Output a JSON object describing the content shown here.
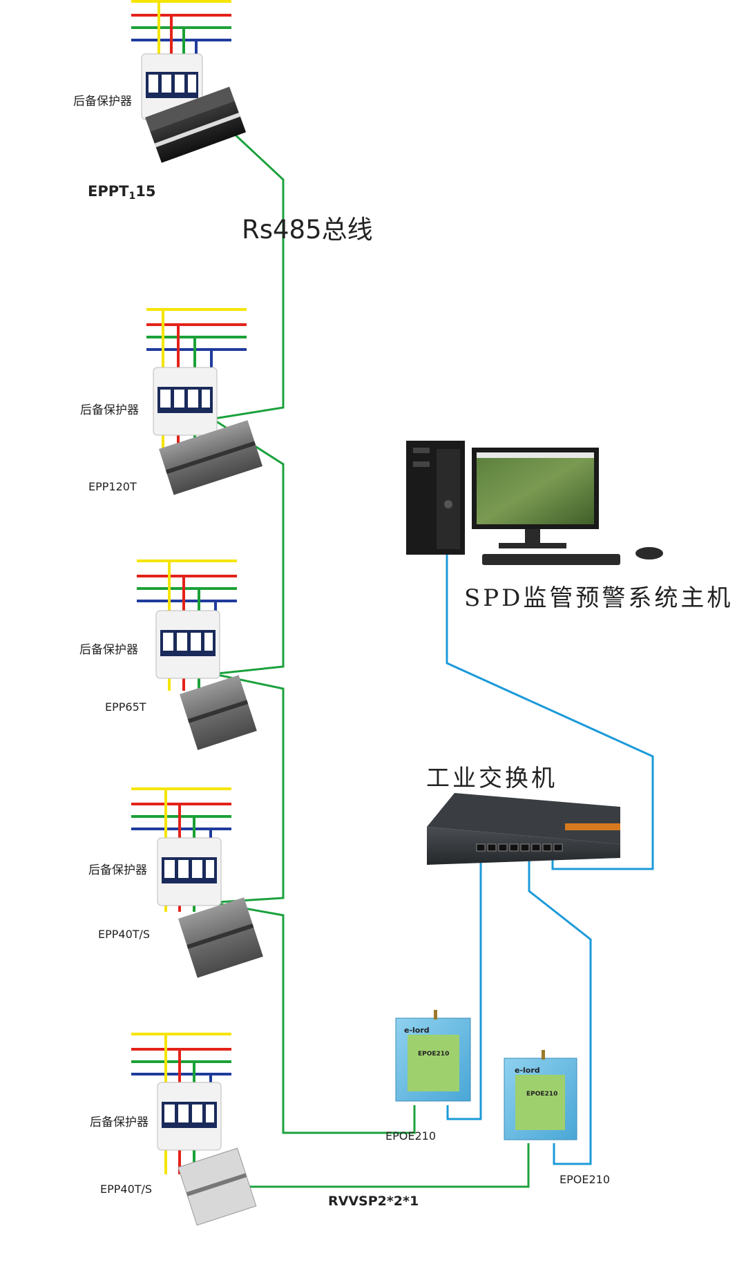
{
  "labels": {
    "rs485_bus": "Rs485总线",
    "host": "SPD监管预警系统主机",
    "switch": "工业交换机",
    "cable": "RVVSP2*2*1",
    "epoe_1": "EPOE210",
    "epoe_2": "EPOE210"
  },
  "stations": [
    {
      "breaker_label": "后备保护器",
      "model": "EPPT115",
      "model_prefix": "EPPT",
      "model_sub": "1",
      "model_suffix": "15"
    },
    {
      "breaker_label": "后备保护器",
      "model": "EPP120T"
    },
    {
      "breaker_label": "后备保护器",
      "model": "EPP65T"
    },
    {
      "breaker_label": "后备保护器",
      "model": "EPP40T/S"
    },
    {
      "breaker_label": "后备保护器",
      "model": "EPP40T/S"
    }
  ],
  "device_text": {
    "brand": "e-lord",
    "module_model": "EPOE210"
  },
  "colors": {
    "phase_yellow": "#f5e400",
    "phase_red": "#e32219",
    "phase_green": "#1ba136",
    "phase_blue": "#1f3b9c",
    "rs485_wire": "#1ba13c",
    "ethernet_wire": "#1b9ad9",
    "module_body": "#7fc4e6",
    "module_panel": "#9fd06e"
  },
  "icons": [
    "breaker-icon",
    "surge-protector-icon",
    "computer-icon",
    "monitor-icon",
    "switch-icon",
    "module-icon"
  ]
}
